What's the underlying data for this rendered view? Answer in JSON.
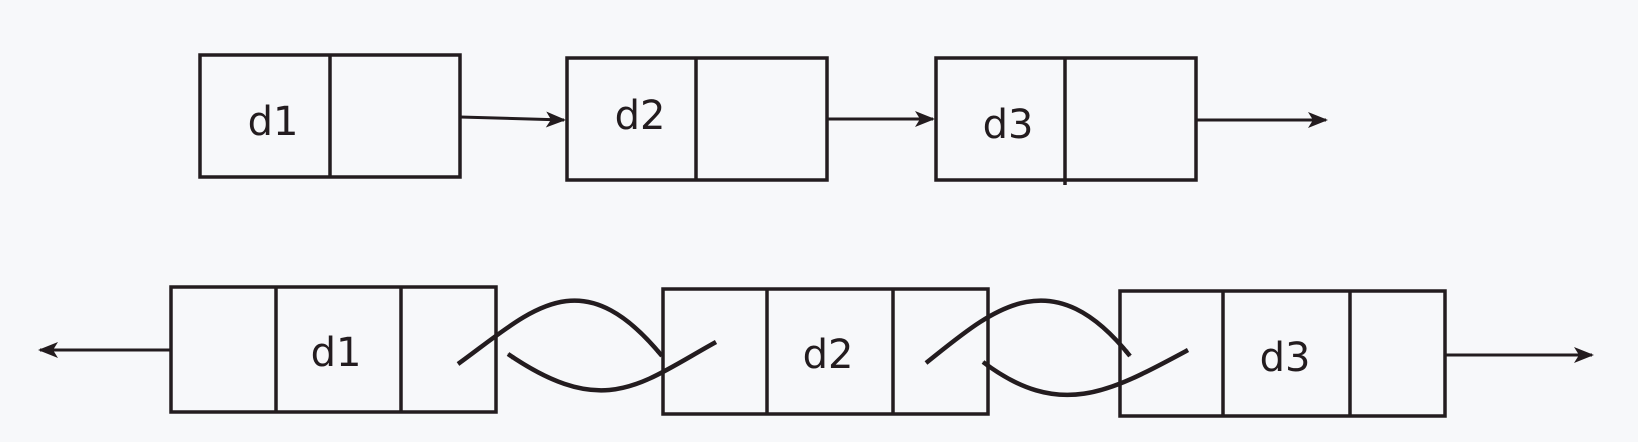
{
  "colors": {
    "background": "#f7f8fa",
    "stroke": "#231c1f"
  },
  "singly_linked_list": {
    "nodes": [
      {
        "label": "d1"
      },
      {
        "label": "d2"
      },
      {
        "label": "d3"
      }
    ]
  },
  "doubly_linked_list": {
    "nodes": [
      {
        "label": "d1"
      },
      {
        "label": "d2"
      },
      {
        "label": "d3"
      }
    ]
  }
}
